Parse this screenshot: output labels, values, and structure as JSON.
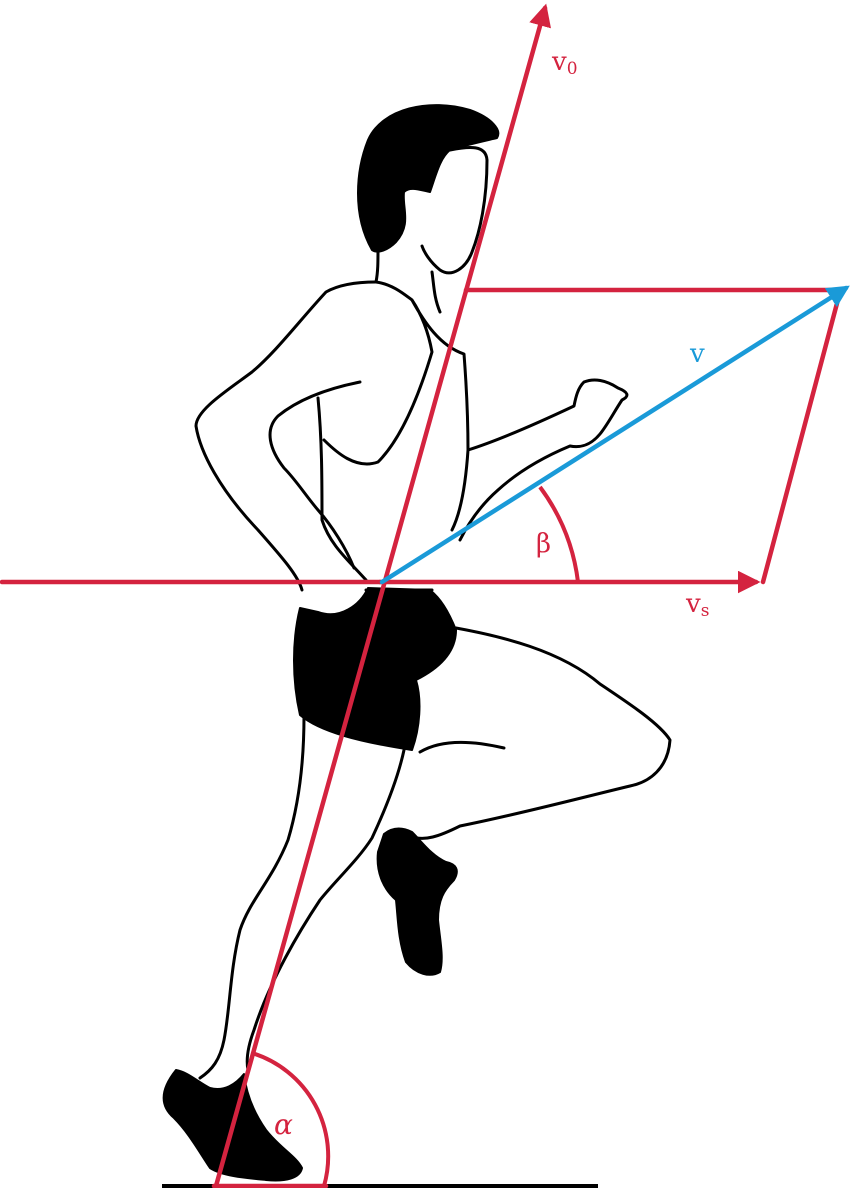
{
  "labels": {
    "v0_main": "v",
    "v0_sub": "0",
    "v": "v",
    "vs_main": "v",
    "vs_sub": "s",
    "beta": "β",
    "alpha": "α"
  },
  "colors": {
    "vector_red": "#d4233f",
    "vector_blue": "#1a9ad8",
    "figure_outline": "#000000",
    "ground": "#000000"
  }
}
